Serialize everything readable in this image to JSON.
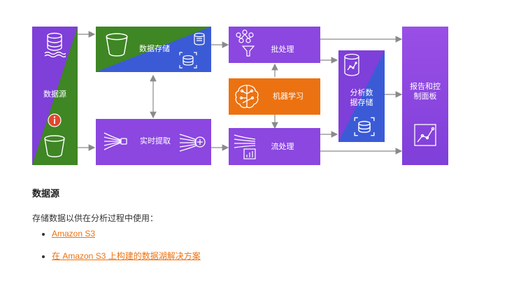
{
  "diagram": {
    "nodes": {
      "data_source": "数据源",
      "data_storage": "数据存储",
      "realtime_ingest": "实时提取",
      "batch": "批处理",
      "ml": "机器学习",
      "stream": "流处理",
      "analytics_store_line1": "分析数",
      "analytics_store_line2": "据存储",
      "reports_line1": "报告和控",
      "reports_line2": "制面板"
    },
    "colors": {
      "purple": "#7f3fd9",
      "purple_light": "#9a4fe6",
      "green": "#3f8624",
      "blue": "#3b5bd6",
      "orange": "#ec7211",
      "warning_red": "#e0482f",
      "arrow": "#8a8a8a"
    },
    "icons": [
      "database-icon",
      "bucket-icon",
      "info-icon",
      "kinesis-icon",
      "neural-net-icon",
      "brain-icon",
      "chart-icon"
    ]
  },
  "content": {
    "section_title": "数据源",
    "description": "存储数据以供在分析过程中使用：",
    "links": [
      {
        "label": "Amazon S3"
      },
      {
        "label": "在 Amazon S3 上构建的数据湖解决方案"
      }
    ]
  }
}
